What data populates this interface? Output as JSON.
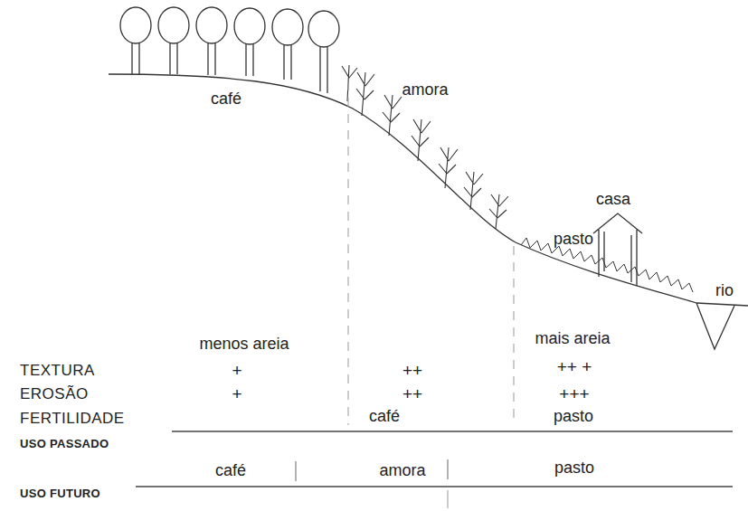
{
  "diagram": {
    "labels": [
      "café",
      "amora",
      "casa",
      "pasto",
      "rio",
      "menos areia",
      "mais areia",
      "TEXTURA",
      "+",
      "++",
      "++ +",
      "EROSÃO",
      "+",
      "++",
      "+++",
      "FERTILIDADE",
      "café",
      "pasto",
      "USO PASSADO",
      "café",
      "amora",
      "pasto",
      "USO FUTURO"
    ]
  }
}
